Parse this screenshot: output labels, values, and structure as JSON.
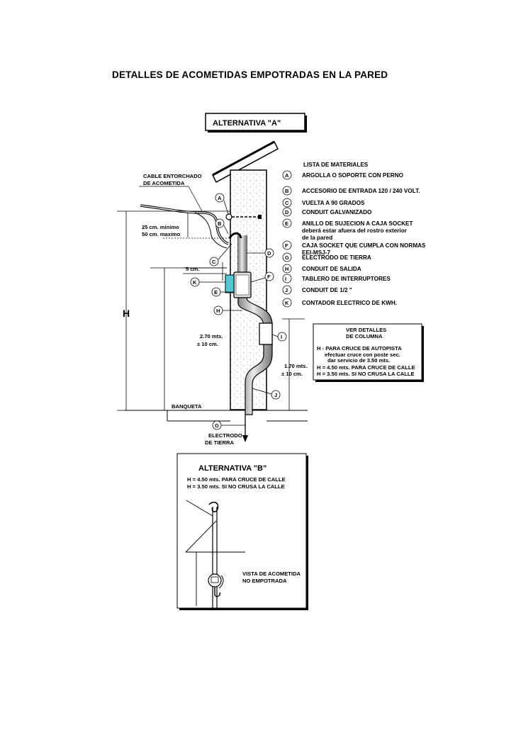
{
  "page": {
    "title": "DETALLES DE ACOMETIDAS EMPOTRADAS EN LA PARED"
  },
  "alt_a": {
    "title": "ALTERNATIVA  \"A\"",
    "materials_heading": "LISTA DE MATERIALES",
    "materials": [
      {
        "key": "A",
        "lines": [
          "ARGOLLA O SOPORTE CON PERNO"
        ]
      },
      {
        "key": "B",
        "lines": [
          "ACCESORIO DE ENTRADA  120 / 240 VOLT."
        ]
      },
      {
        "key": "C",
        "lines": [
          "VUELTA A 90 GRADOS"
        ]
      },
      {
        "key": "D",
        "lines": [
          "CONDUIT GALVANIZADO"
        ]
      },
      {
        "key": "E",
        "lines": [
          "ANILLO DE SUJECION A CAJA SOCKET",
          "deberá estar afuera del rostro exterior",
          "de la pared"
        ]
      },
      {
        "key": "F",
        "lines": [
          "CAJA SOCKET QUE CUMPLA CON NORMAS",
          "EEI-MSJ-7"
        ]
      },
      {
        "key": "G",
        "lines": [
          "ELECTRODO DE TIERRA"
        ]
      },
      {
        "key": "H",
        "lines": [
          "CONDUIT DE SALIDA"
        ]
      },
      {
        "key": "I",
        "lines": [
          "TABLERO DE INTERRUPTORES"
        ]
      },
      {
        "key": "J",
        "lines": [
          "CONDUIT DE 1/2 \""
        ]
      },
      {
        "key": "K",
        "lines": [
          "CONTADOR ELECTRICO DE KWH."
        ]
      }
    ],
    "cable_label": [
      "CABLE ENTORCHADO",
      "DE ACOMETIDA"
    ],
    "clearance": [
      "25 cm. mínimo",
      "50 cm. maximo"
    ],
    "five_cm": "5 cm.",
    "h_label": "H",
    "height_270": [
      "2.70 mts.",
      "± 10 cm."
    ],
    "height_170": [
      "1.70 mts.",
      "± 10 cm."
    ],
    "banqueta": "BANQUETA",
    "electrodo": [
      "ELECTRODO",
      "DE TIERRA"
    ],
    "column_box": {
      "title": [
        "VER DETALLES",
        "DE COLUMNA"
      ],
      "lines": [
        "H -  PARA CRUCE DE AUTOPISTA",
        "efectuar cruce con poste sec.",
        "dar servicio  de 3.50 mts.",
        "H =  4.50 mts. PARA CRUCE DE CALLE",
        "H =  3.50 mts. SI NO CRUSA LA CALLE"
      ]
    }
  },
  "alt_b": {
    "title": "ALTERNATIVA  \"B\"",
    "lines": [
      "H =  4.50 mts.  PARA CRUCE DE CALLE",
      "H =  3.50 mts.  SI NO CRUSA LA CALLE"
    ],
    "view_label": [
      "VISTA DE ACOMETIDA",
      "NO EMPOTRADA"
    ]
  }
}
